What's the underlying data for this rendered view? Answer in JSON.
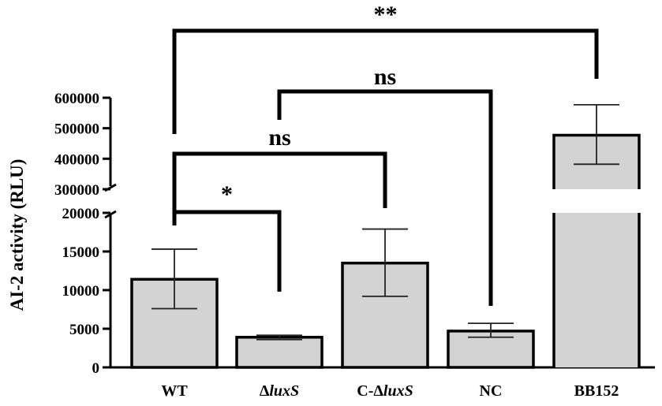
{
  "chart_data": {
    "type": "bar",
    "title": "",
    "xlabel": "",
    "ylabel": "AI-2 activity (RLU)",
    "axis_break": {
      "lower_range": [
        0,
        20000
      ],
      "upper_range": [
        300000,
        600000
      ]
    },
    "y_ticks_lower": [
      "0",
      "5000",
      "10000",
      "15000",
      "20000"
    ],
    "y_ticks_upper": [
      "300000",
      "400000",
      "500000",
      "600000"
    ],
    "categories": [
      {
        "prefix": "",
        "label": "WT",
        "italic": ""
      },
      {
        "prefix": "Δ",
        "label": "",
        "italic": "luxS"
      },
      {
        "prefix": "C-Δ",
        "label": "",
        "italic": "luxS"
      },
      {
        "prefix": "",
        "label": "NC",
        "italic": ""
      },
      {
        "prefix": "",
        "label": "BB152",
        "italic": ""
      }
    ],
    "values": [
      11400,
      3900,
      13500,
      4700,
      477000
    ],
    "error": [
      [
        7600,
        15300
      ],
      [
        3600,
        4150
      ],
      [
        9200,
        17900
      ],
      [
        3900,
        5700
      ],
      [
        382000,
        577000
      ]
    ],
    "comparisons": [
      {
        "from": 0,
        "to": 1,
        "label": "*"
      },
      {
        "from": 0,
        "to": 2,
        "label": "ns"
      },
      {
        "from": 1,
        "to": 3,
        "label": "ns"
      },
      {
        "from": 0,
        "to": 4,
        "label": "**"
      }
    ],
    "colors": {
      "bar_fill": "#d3d3d3",
      "stroke": "#000000"
    },
    "grid": false,
    "legend": "none"
  }
}
